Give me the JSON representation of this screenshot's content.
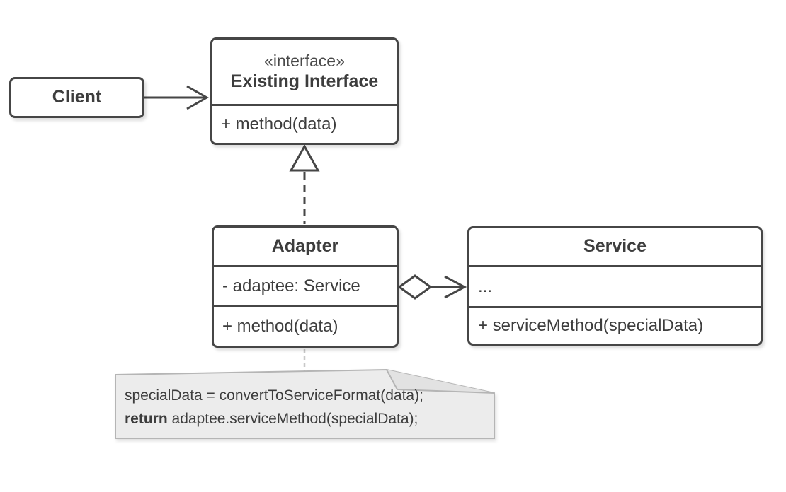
{
  "diagram_type": "uml-class-diagram",
  "classes": {
    "client": {
      "name": "Client"
    },
    "existing_interface": {
      "stereotype": "«interface»",
      "name": "Existing Interface",
      "methods": [
        "+ method(data)"
      ]
    },
    "adapter": {
      "name": "Adapter",
      "attributes": [
        "- adaptee: Service"
      ],
      "methods": [
        "+ method(data)"
      ]
    },
    "service": {
      "name": "Service",
      "attributes": [
        "..."
      ],
      "methods": [
        "+ serviceMethod(specialData)"
      ]
    }
  },
  "note": {
    "line1": "specialData = convertToServiceFormat(data);",
    "keyword": "return",
    "line2_rest": " adaptee.serviceMethod(specialData);"
  },
  "relationships": [
    {
      "from": "Client",
      "to": "Existing Interface",
      "type": "association",
      "arrow": "open-arrow"
    },
    {
      "from": "Adapter",
      "to": "Existing Interface",
      "type": "realization",
      "arrow": "hollow-triangle-dashed"
    },
    {
      "from": "Adapter",
      "to": "Service",
      "type": "aggregation",
      "arrow": "hollow-diamond-open-arrow"
    },
    {
      "from": "Adapter",
      "to": "code-note",
      "type": "note-anchor",
      "arrow": "dashed-gray"
    }
  ],
  "colors": {
    "background": "#ffffff",
    "stroke": "#464646",
    "text": "#3d3d3d",
    "note_fill": "#ececec",
    "note_fold_fill": "#e2e2e2",
    "note_stroke": "#b5b5b5",
    "note_connector": "#c8c8c8"
  }
}
